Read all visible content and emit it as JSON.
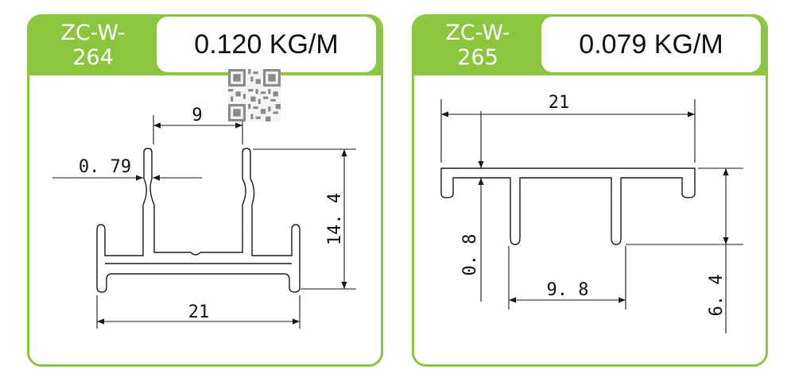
{
  "profiles": [
    {
      "code_line1": "ZC-W-",
      "code_line2": "264",
      "weight": "0.120 KG/M",
      "dims": {
        "top_gap": "9",
        "wall": "0. 79",
        "height": "14. 4",
        "width": "21"
      }
    },
    {
      "code_line1": "ZC-W-",
      "code_line2": "265",
      "weight": "0.079 KG/M",
      "dims": {
        "width": "21",
        "thickness": "0. 8",
        "gap": "9. 8",
        "height": "6. 4"
      }
    }
  ],
  "colors": {
    "accent": "#8cc63f",
    "line": "#1a1a1a"
  },
  "icons": {
    "qr": "qr-code-icon"
  }
}
